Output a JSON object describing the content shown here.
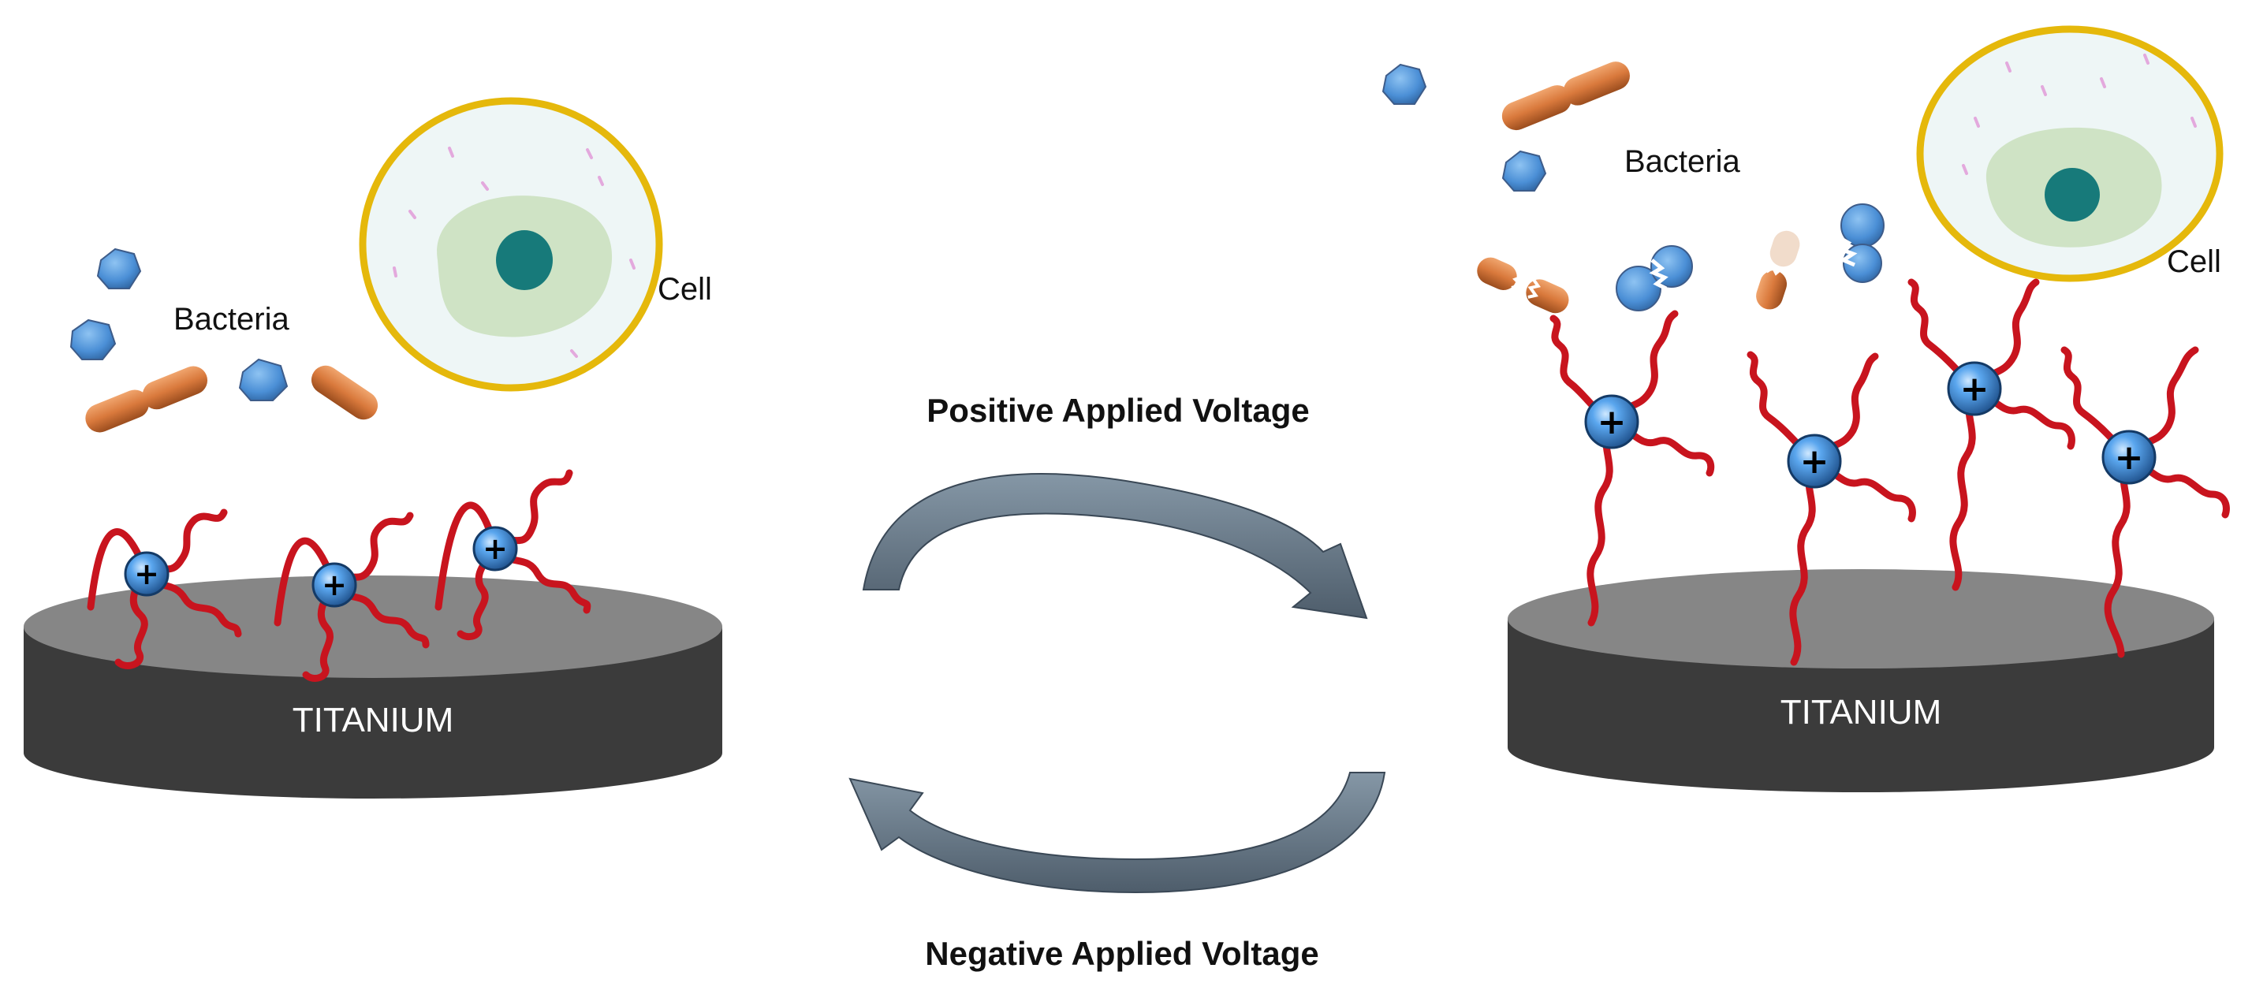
{
  "left_panel": {
    "bacteria_label": "Bacteria",
    "cell_label": "Cell",
    "plate_label": "TITANIUM",
    "charge_symbol": "+"
  },
  "right_panel": {
    "bacteria_label": "Bacteria",
    "cell_label": "Cell",
    "plate_label": "TITANIUM",
    "charge_symbol": "+"
  },
  "cycle": {
    "positive_label": "Positive Applied Voltage",
    "negative_label": "Negative Applied Voltage"
  },
  "colors": {
    "polymer_chain": "#c8141e",
    "charge_bead": "#3a8ee0",
    "plate_top": "#868686",
    "plate_side": "#3b3b3b",
    "cell_membrane": "#e5b80b",
    "cell_cytoplasm": "#eef6f6",
    "cell_inner": "#cfe3c5",
    "cell_nucleus": "#177a7a",
    "bacteria_coccus": "#4f95d8",
    "bacteria_rod": "#d77a3c",
    "arrow": "#6b7a87"
  }
}
